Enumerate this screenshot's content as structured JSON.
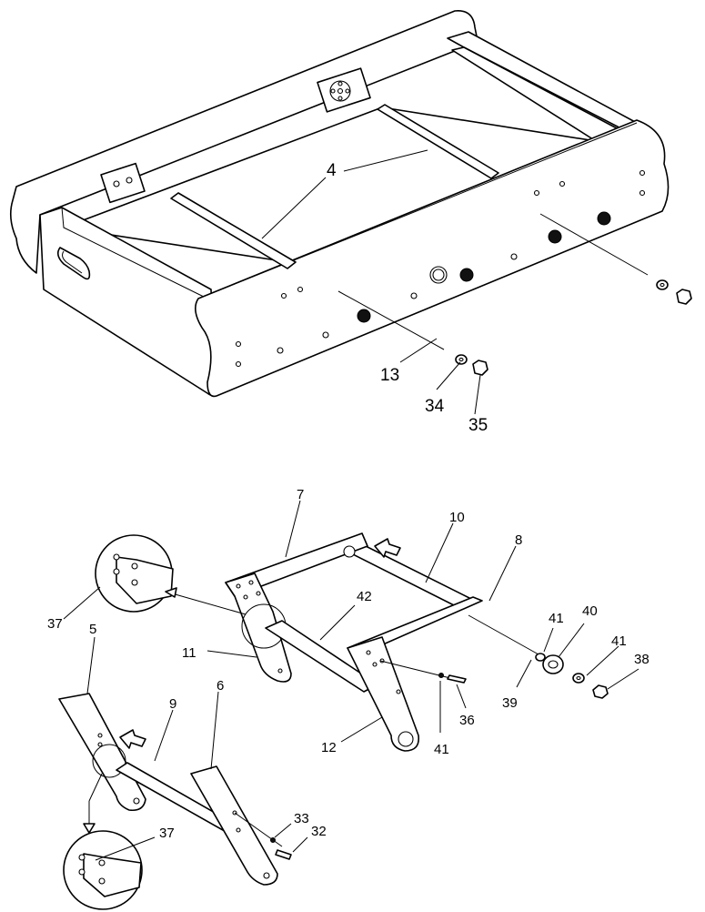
{
  "labels": {
    "l4": "4",
    "l13": "13",
    "l34": "34",
    "l35": "35",
    "l7": "7",
    "l10": "10",
    "l8": "8",
    "l42": "42",
    "l11": "11",
    "l12": "12",
    "l41a": "41",
    "l36": "36",
    "l39": "39",
    "l41b": "41",
    "l40": "40",
    "l41c": "41",
    "l38": "38",
    "l37a": "37",
    "l5": "5",
    "l9": "9",
    "l6": "6",
    "l33": "33",
    "l32": "32",
    "l37b": "37"
  }
}
